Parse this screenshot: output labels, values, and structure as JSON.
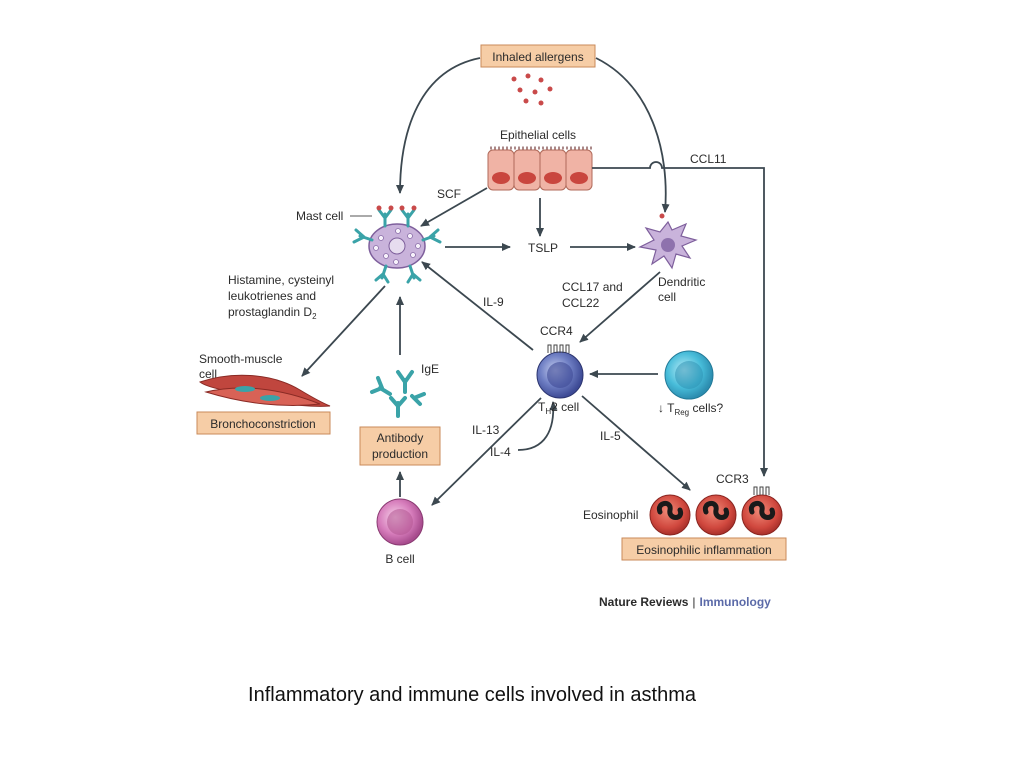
{
  "boxes": {
    "inhaled_allergens": "Inhaled allergens",
    "bronchoconstriction": "Bronchoconstriction",
    "antibody_line1": "Antibody",
    "antibody_line2": "production",
    "eosinophilic_inflammation": "Eosinophilic inflammation"
  },
  "labels": {
    "epithelial_cells": "Epithelial cells",
    "ccl11": "CCL11",
    "scf": "SCF",
    "mast_cell": "Mast cell",
    "tslp": "TSLP",
    "dendritic_line1": "Dendritic",
    "dendritic_line2": "cell",
    "mediators_line1": "Histamine, cysteinyl",
    "mediators_line2": "leukotrienes and",
    "mediators_line3": "prostaglandin D",
    "mediators_sub": "2",
    "il9": "IL-9",
    "ccl17_line1": "CCL17 and",
    "ccl17_line2": "CCL22",
    "ccr4": "CCR4",
    "smooth_muscle_line1": "Smooth-muscle",
    "smooth_muscle_line2": "cell",
    "ige": "IgE",
    "th2_prefix": "T",
    "th2_sub": "H",
    "th2_suffix": "2 cell",
    "treg_prefix": "↓ T",
    "treg_sub": "Reg",
    "treg_suffix": " cells?",
    "il13": "IL-13",
    "il4": "IL-4",
    "il5": "IL-5",
    "ccr3": "CCR3",
    "eosinophil": "Eosinophil",
    "b_cell": "B cell"
  },
  "credit": {
    "publisher": "Nature Reviews",
    "separator": "|",
    "journal": "Immunology"
  },
  "caption": "Inflammatory and immune cells involved in asthma",
  "colors": {
    "box_fill": "#f6cda6",
    "box_stroke": "#c98a5a",
    "arrow": "#3c4850",
    "epithelium": "#f0b3a5",
    "mast_cell": "#c9b3db",
    "th2_cell": "#5c6fb8",
    "treg_cell": "#45b8d8",
    "b_cell": "#d57ab8",
    "eosinophil": "#d0483e",
    "smooth_muscle": "#c0463e",
    "antibody": "#3aa3a8",
    "journal": "#5b6aa8"
  }
}
